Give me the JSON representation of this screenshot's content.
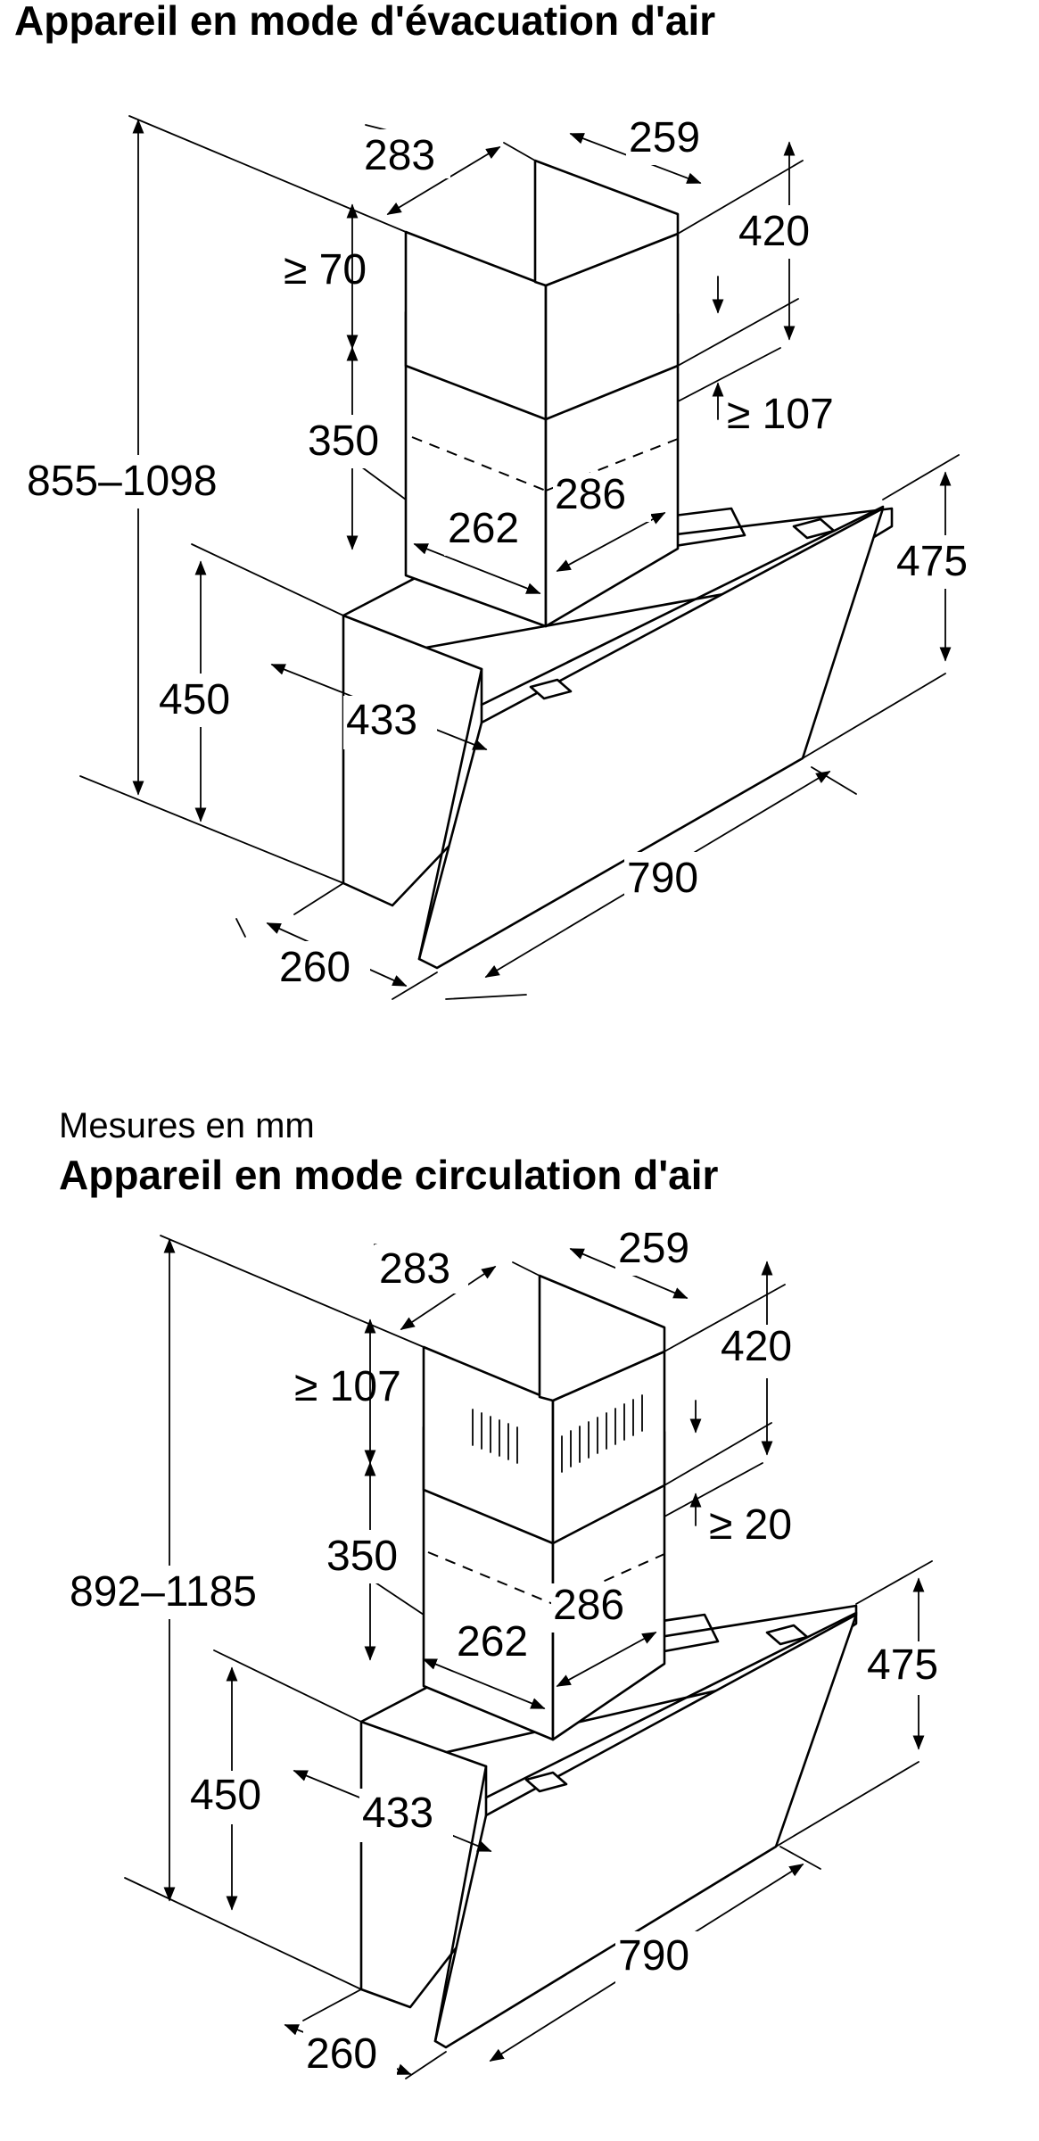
{
  "exhaust": {
    "unit_caption": "Mesures en mm",
    "title": "Appareil en mode d'évacuation d'air",
    "dimensions": {
      "chimney_depth": "283",
      "chimney_width": "259",
      "upper_chimney": "420",
      "top_clearance": "≥ 70",
      "ceiling_clearance": "≥ 107",
      "lower_chimney": "350",
      "overall_height": "855–1098",
      "duct_depth": "286",
      "duct_width": "262",
      "canopy_height": "475",
      "body_height": "450",
      "body_depth": "433",
      "width": "790",
      "base_depth": "260"
    }
  },
  "recirculation": {
    "unit_caption": "Mesures en mm",
    "title": "Appareil en mode circulation d'air",
    "dimensions": {
      "chimney_depth": "283",
      "chimney_width": "259",
      "upper_chimney": "420",
      "top_clearance": "≥ 107",
      "ceiling_clearance": "≥ 20",
      "lower_chimney": "350",
      "overall_height": "892–1185",
      "duct_depth": "286",
      "duct_width": "262",
      "canopy_height": "475",
      "body_height": "450",
      "body_depth": "433",
      "width": "790",
      "base_depth": "260"
    }
  }
}
